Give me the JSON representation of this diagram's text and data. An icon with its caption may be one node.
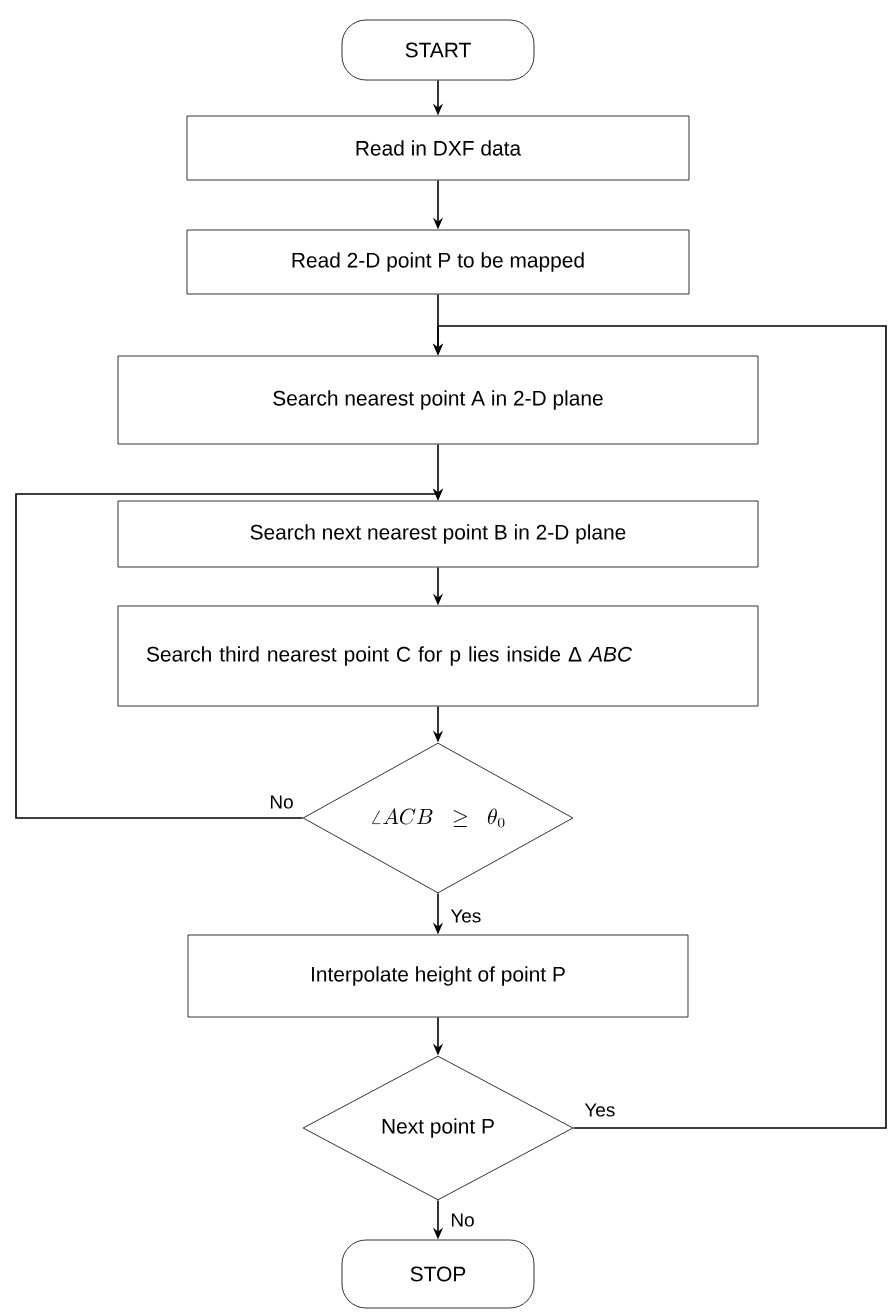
{
  "diagram": {
    "nodes": [
      {
        "text": [
          "START"
        ]
      },
      {
        "text": [
          "Read in DXF data"
        ]
      },
      {
        "text": [
          "Read 2-D point P to be mapped"
        ]
      },
      {
        "text": [
          "Search nearest point A in 2-D plane"
        ]
      },
      {
        "text": [
          "Search next nearest point B in 2-D plane"
        ]
      },
      {
        "text": [
          "Search third nearest point C for p lies inside Δ *ABC*"
        ]
      },
      {
        "text": [
          "\\angle ACB\\;\\;\\geq\\;\\;\\theta_0"
        ]
      },
      {
        "text": [
          "Interpolate height of point P"
        ]
      },
      {
        "text": [
          "Next point P"
        ]
      },
      {
        "text": [
          "STOP"
        ]
      }
    ],
    "edges": [
      {
        "from": 0,
        "to": 1,
        "arrow": "to"
      },
      {
        "from": 1,
        "to": 2,
        "arrow": "to"
      },
      {
        "from": 2,
        "to": 3,
        "arrow": "to"
      },
      {
        "from": 3,
        "to": 4,
        "arrow": "to"
      },
      {
        "from": 4,
        "to": 5,
        "arrow": "to"
      },
      {
        "from": 5,
        "to": 6,
        "arrow": "to"
      },
      {
        "from": 6,
        "to": 7,
        "arrow": "to",
        "label": "Yes"
      },
      {
        "from": 6,
        "to": 4,
        "arrow": "to",
        "label": "No"
      },
      {
        "from": 7,
        "to": 8,
        "arrow": "to"
      },
      {
        "from": 8,
        "to": 9,
        "arrow": "to",
        "label": "No"
      },
      {
        "from": 8,
        "to": 3,
        "arrow": "to",
        "label": "Yes"
      }
    ]
  }
}
